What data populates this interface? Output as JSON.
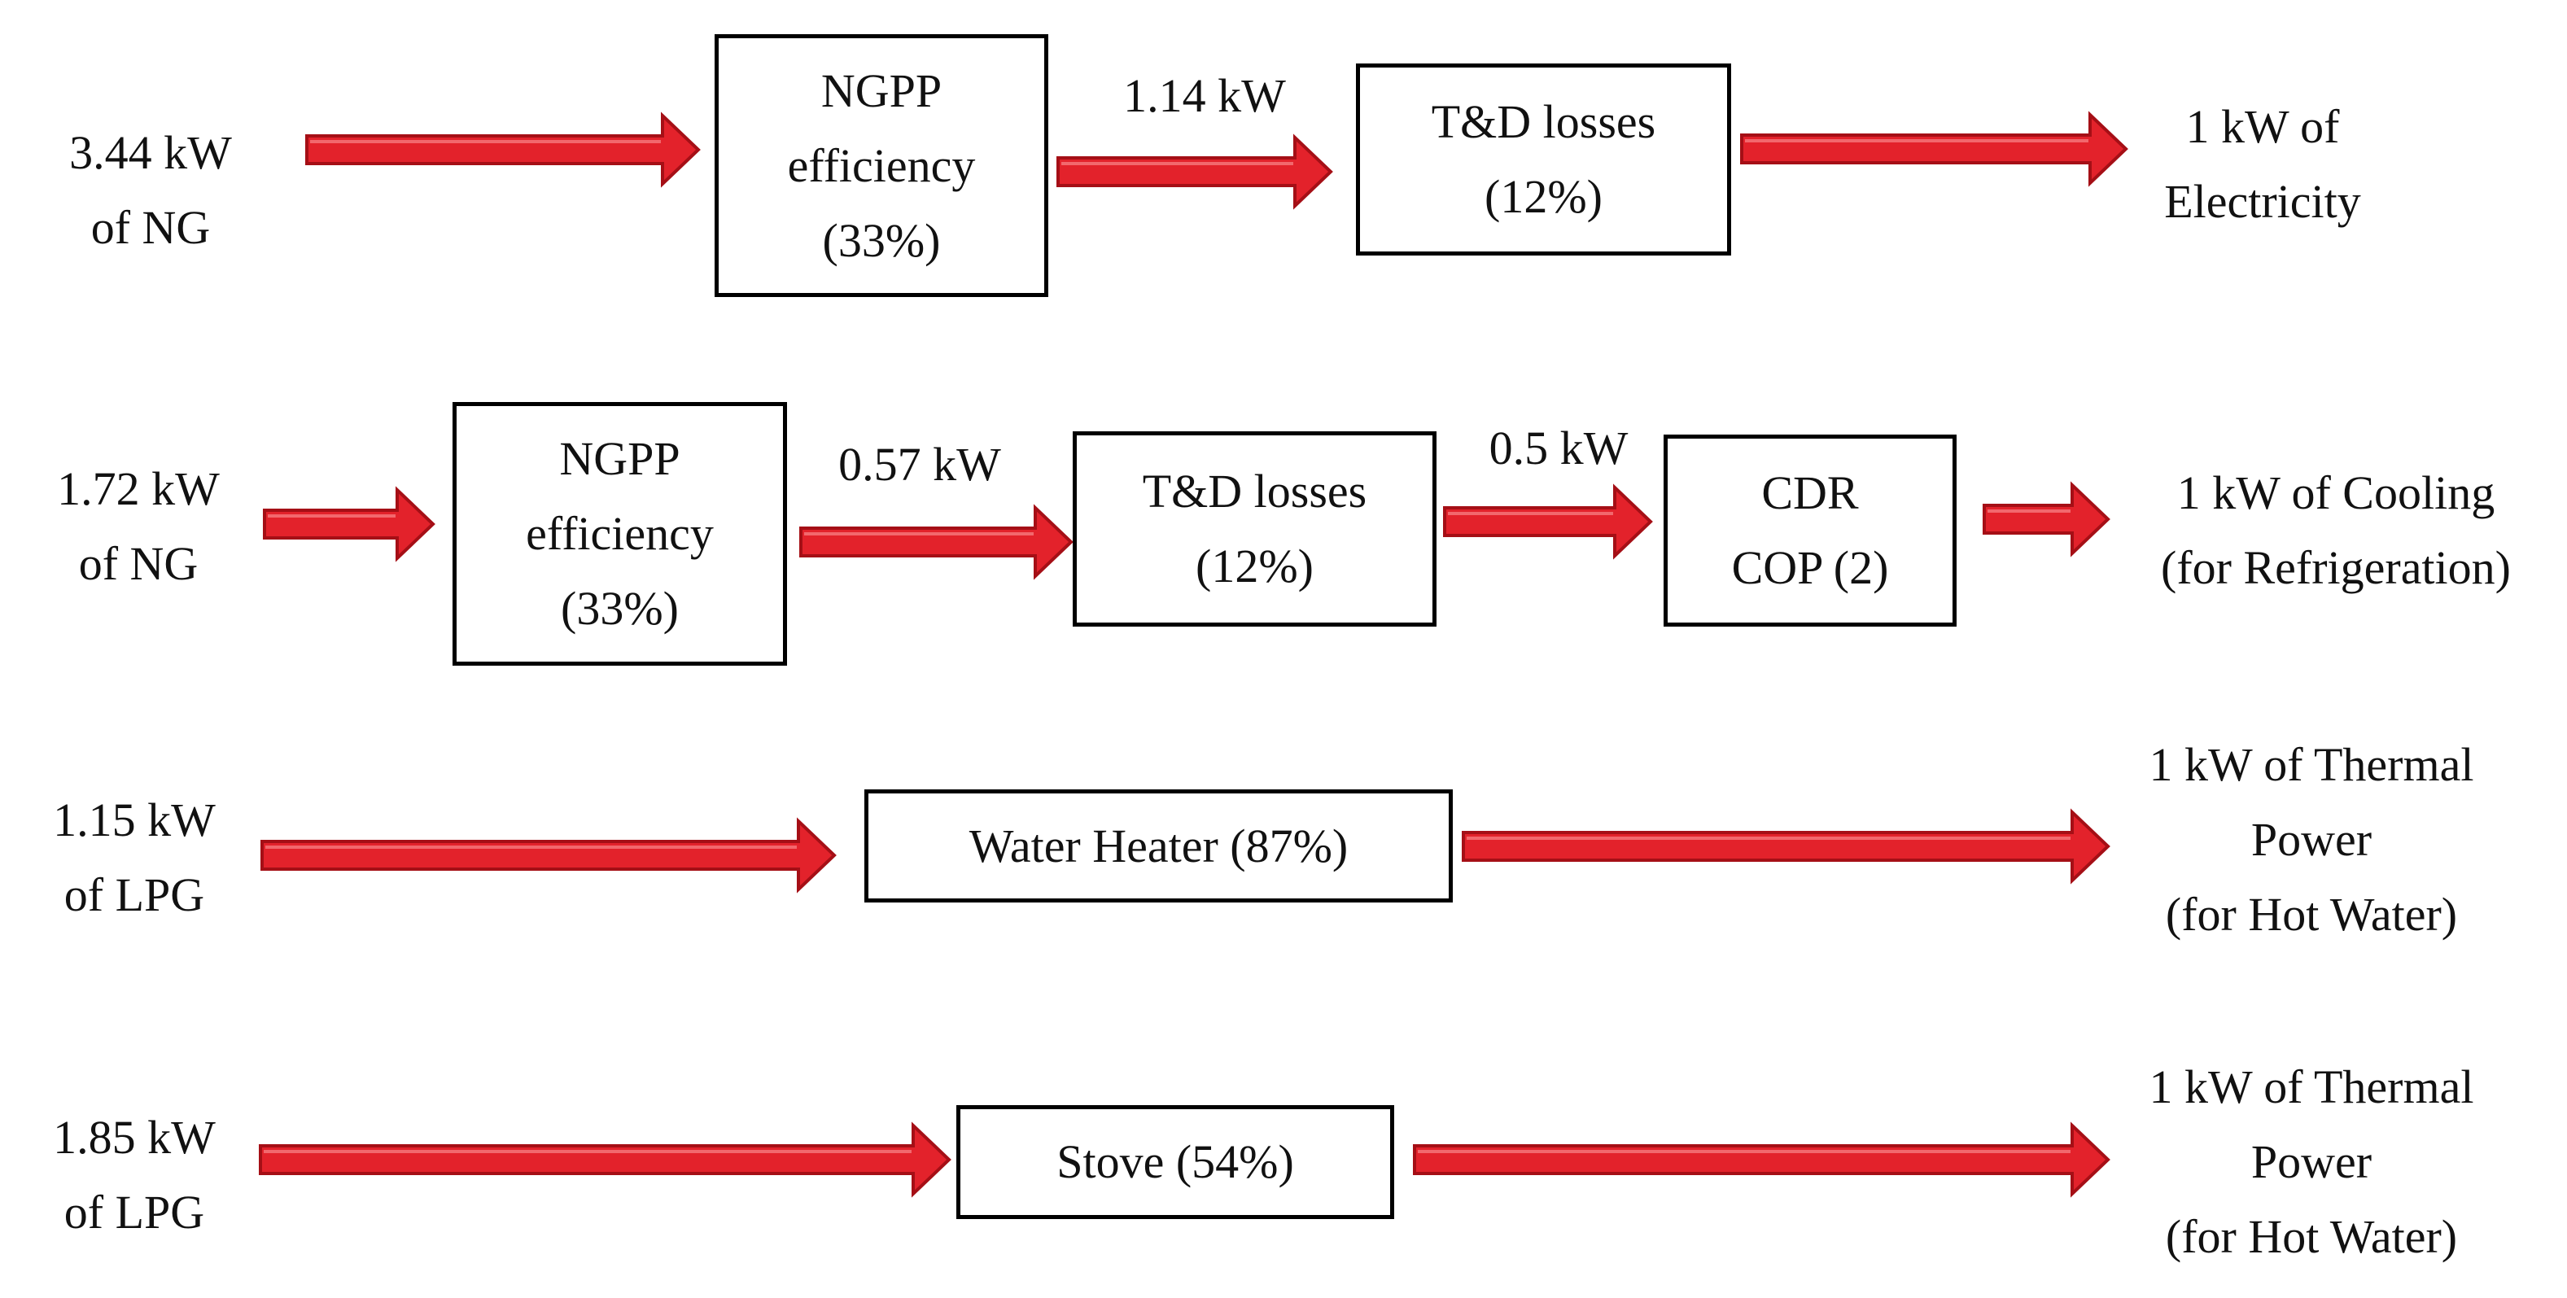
{
  "colors": {
    "arrow_fill": "#e3222b",
    "arrow_edge": "#a50f16",
    "box_border": "#000000",
    "text": "#111111"
  },
  "rows": [
    {
      "input": [
        "3.44 kW",
        "of NG"
      ],
      "steps": [
        {
          "box": [
            "NGPP",
            "efficiency",
            "(33%)"
          ],
          "flow_out": "1.14 kW"
        },
        {
          "box": [
            "T&D losses",
            "(12%)"
          ],
          "flow_out": ""
        }
      ],
      "output": [
        "1 kW of",
        "Electricity"
      ]
    },
    {
      "input": [
        "1.72 kW",
        "of NG"
      ],
      "steps": [
        {
          "box": [
            "NGPP",
            "efficiency",
            "(33%)"
          ],
          "flow_out": "0.57 kW"
        },
        {
          "box": [
            "T&D losses",
            "(12%)"
          ],
          "flow_out": "0.5 kW"
        },
        {
          "box": [
            "CDR",
            "COP (2)"
          ],
          "flow_out": ""
        }
      ],
      "output": [
        "1 kW of Cooling",
        "(for Refrigeration)"
      ]
    },
    {
      "input": [
        "1.15 kW",
        "of LPG"
      ],
      "steps": [
        {
          "box": [
            "Water Heater (87%)"
          ],
          "flow_out": ""
        }
      ],
      "output": [
        "1 kW of Thermal",
        "Power",
        "(for Hot Water)"
      ]
    },
    {
      "input": [
        "1.85 kW",
        "of LPG"
      ],
      "steps": [
        {
          "box": [
            "Stove (54%)"
          ],
          "flow_out": ""
        }
      ],
      "output": [
        "1 kW of Thermal",
        "Power",
        "(for Hot Water)"
      ]
    }
  ]
}
